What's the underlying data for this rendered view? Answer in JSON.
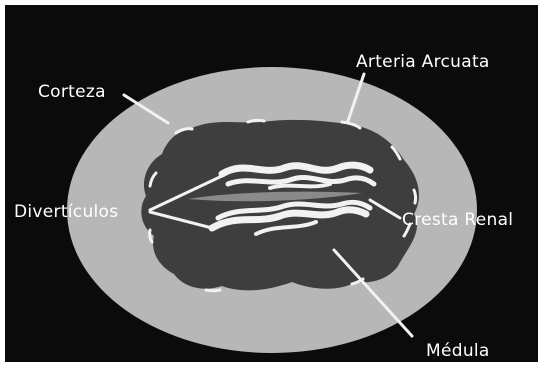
{
  "figure": {
    "labels": {
      "corteza": "Corteza",
      "arteria_arcuata": "Arteria Arcuata",
      "diverticulos": "Divertículos",
      "cresta_renal": "Cresta Renal",
      "medula": "Médula"
    },
    "colors": {
      "background": "#0b0b0b",
      "frame": "#ffffff",
      "cortex": "#b7b7b7",
      "medulla": "#3e3e3e",
      "vessels": "#f2f2f2",
      "crest": "#8a8a8a",
      "label_text": "#ffffff"
    }
  }
}
